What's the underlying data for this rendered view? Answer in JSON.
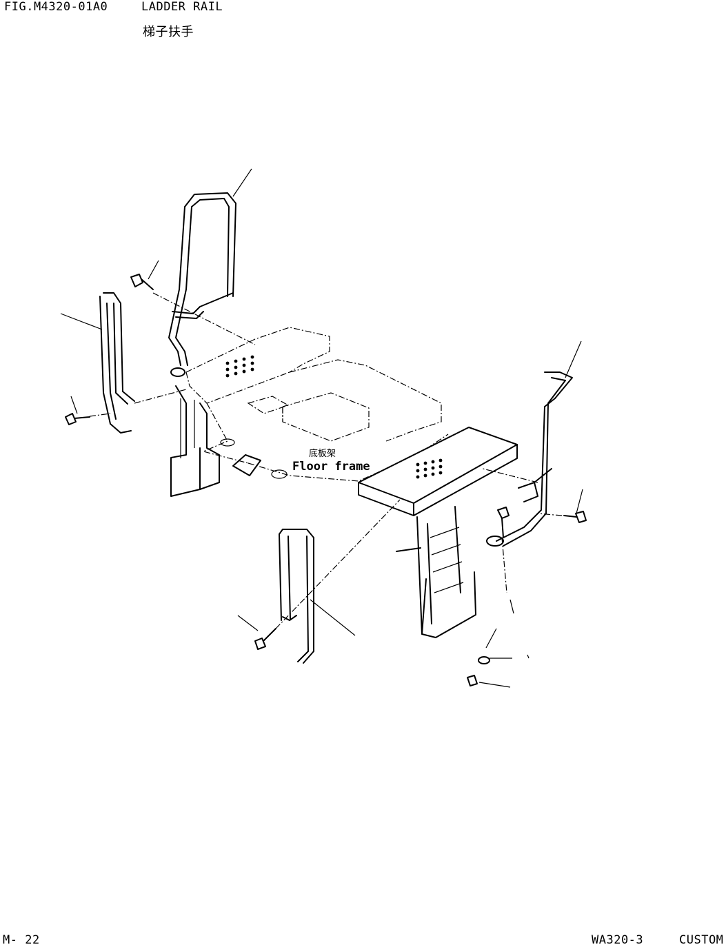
{
  "header": {
    "figure_number": "FIG.M4320-01A0",
    "title_en": "LADDER RAIL",
    "title_cn": "梯子扶手"
  },
  "diagram": {
    "component_label_cn": "底板架",
    "component_label_en": "Floor frame"
  },
  "footer": {
    "page_number": "M- 22",
    "model": "WA320-3",
    "edition": "CUSTOM"
  }
}
